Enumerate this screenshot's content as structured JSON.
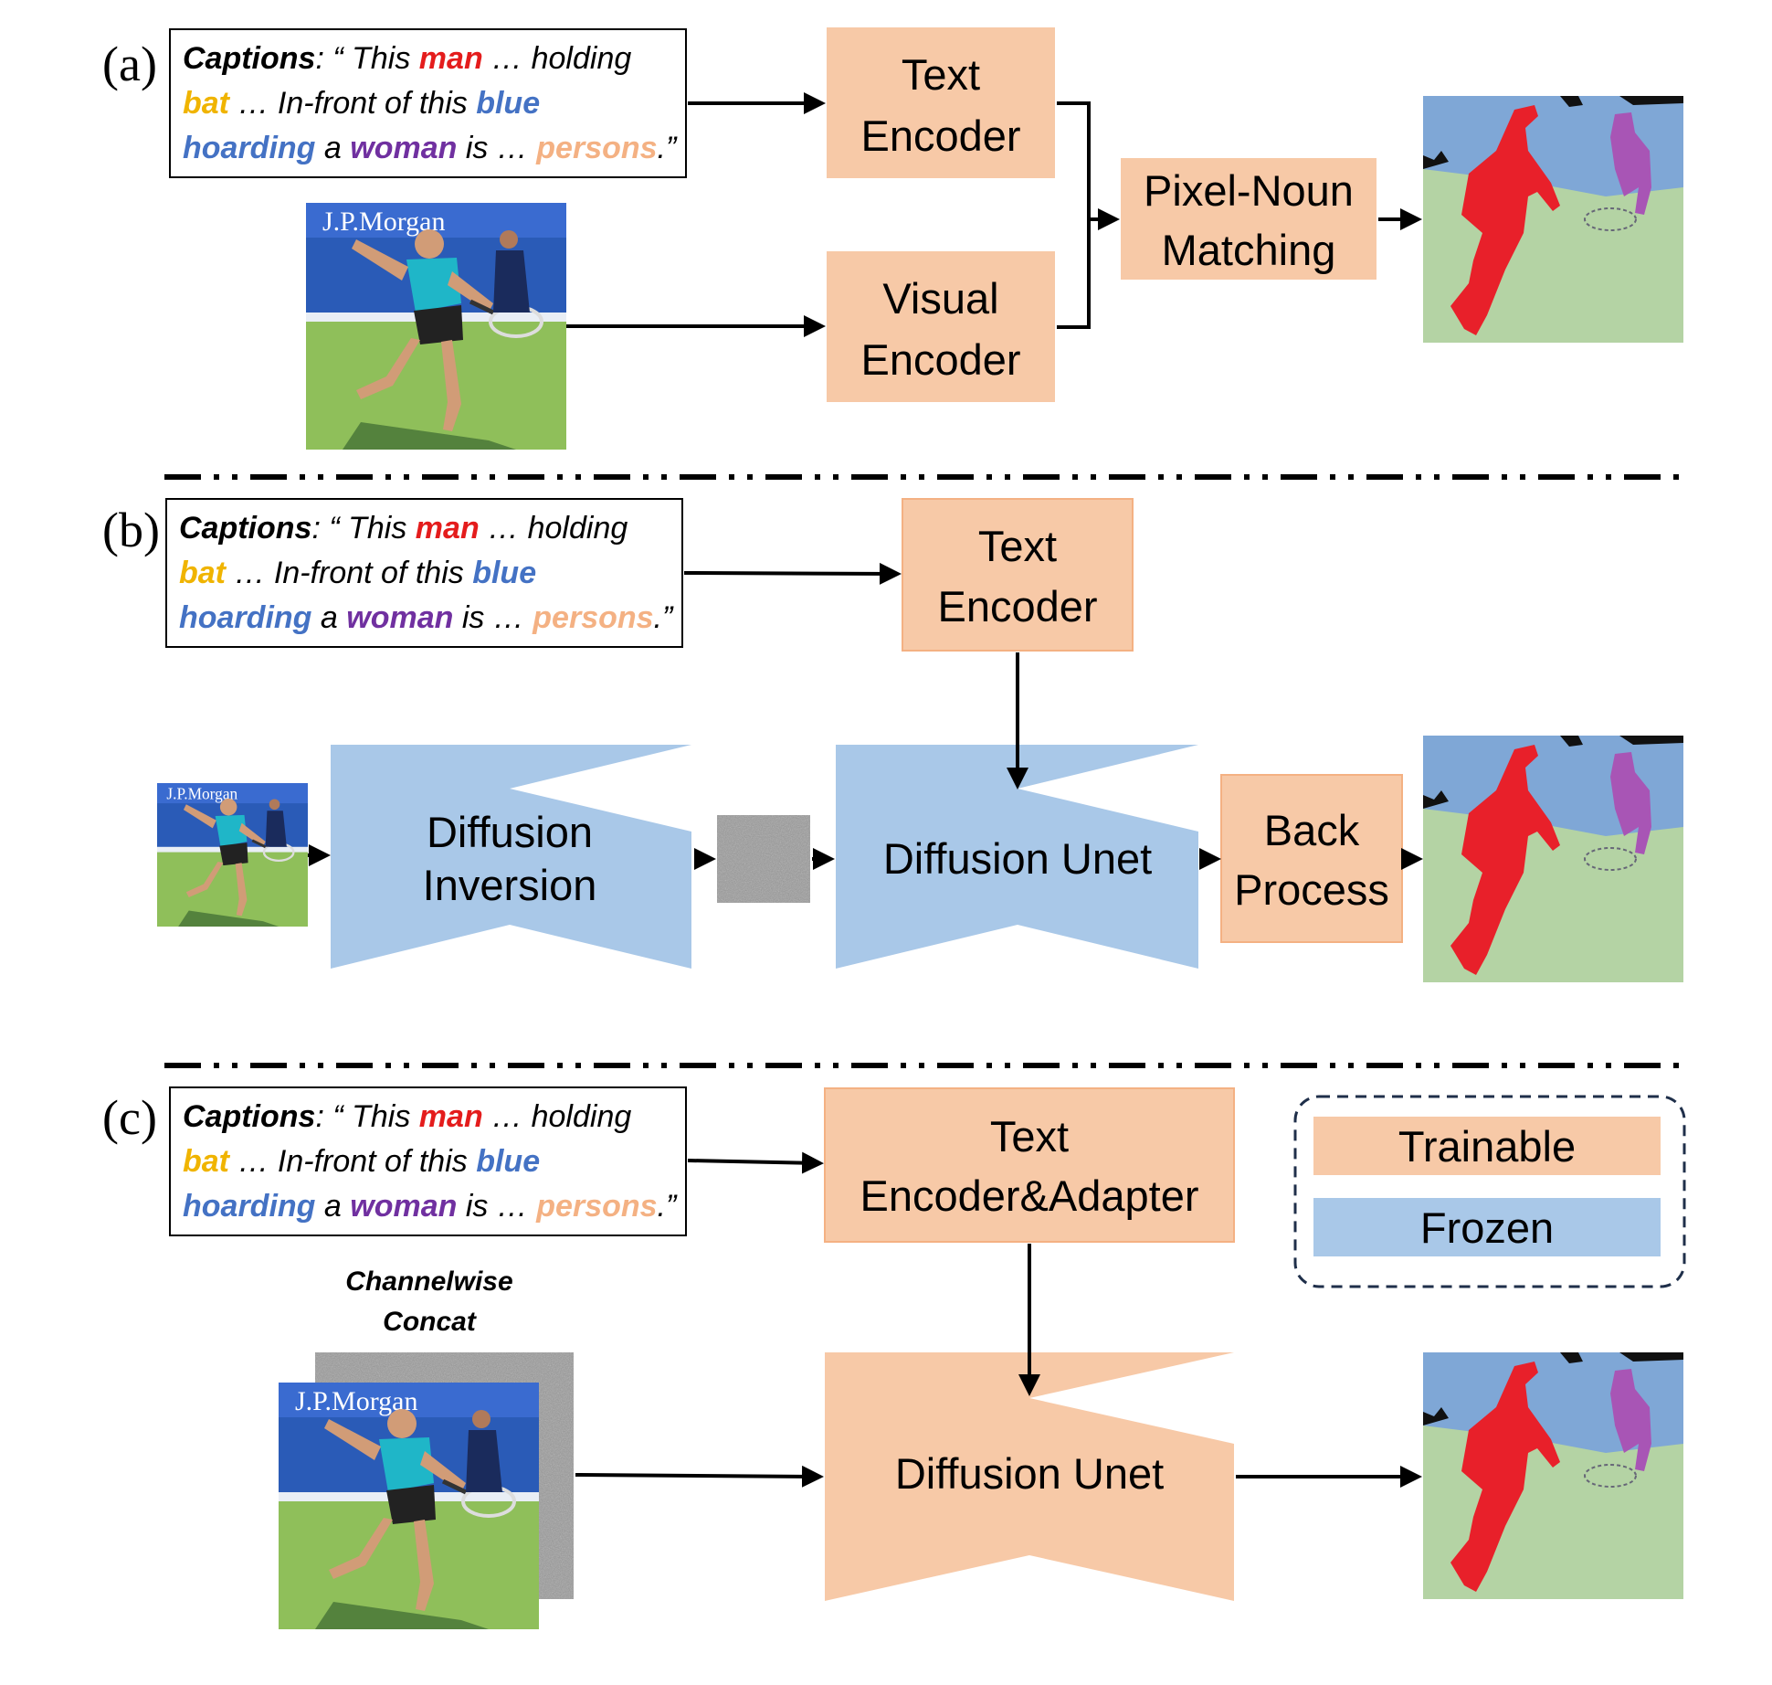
{
  "colors": {
    "trainable": "#f7c9a7",
    "frozen": "#a9c8e8",
    "man": "#e41c1c",
    "bat": "#f0b400",
    "blue": "#4472c4",
    "woman": "#7030a0",
    "persons": "#f4b183",
    "seg_sky": "#7fa7d6",
    "seg_ground": "#b4d3a4",
    "seg_man": "#e8202a",
    "seg_woman": "#a855b5"
  },
  "caption": {
    "lead": "Captions",
    "seg1": ": “ This ",
    "man": "man",
    "seg2": " … holding",
    "bat": "bat",
    "seg3": " … In-front of this ",
    "blue": "blue",
    "hoarding": "hoarding",
    "seg4": " a ",
    "woman": "woman",
    "seg5": " is … ",
    "persons": "persons",
    "seg6": ".”"
  },
  "panel_a": {
    "label": "(a)",
    "text_encoder": [
      "Text",
      "Encoder"
    ],
    "visual_encoder": [
      "Visual",
      "Encoder"
    ],
    "pixel_noun": [
      "Pixel-Noun",
      "Matching"
    ]
  },
  "panel_b": {
    "label": "(b)",
    "text_encoder": [
      "Text",
      "Encoder"
    ],
    "diffusion_inversion": [
      "Diffusion",
      "Inversion"
    ],
    "diffusion_unet": "Diffusion Unet",
    "back_process": [
      "Back",
      "Process"
    ]
  },
  "panel_c": {
    "label": "(c)",
    "text_encoder_adapter": [
      "Text",
      "Encoder&Adapter"
    ],
    "channelwise_concat": [
      "Channelwise",
      "Concat"
    ],
    "diffusion_unet": "Diffusion Unet"
  },
  "legend": {
    "trainable": "Trainable",
    "frozen": "Frozen"
  },
  "icons": {
    "photo": "tennis-player-photo-icon",
    "segmentation": "segmentation-map-icon",
    "noise": "gaussian-noise-icon"
  }
}
